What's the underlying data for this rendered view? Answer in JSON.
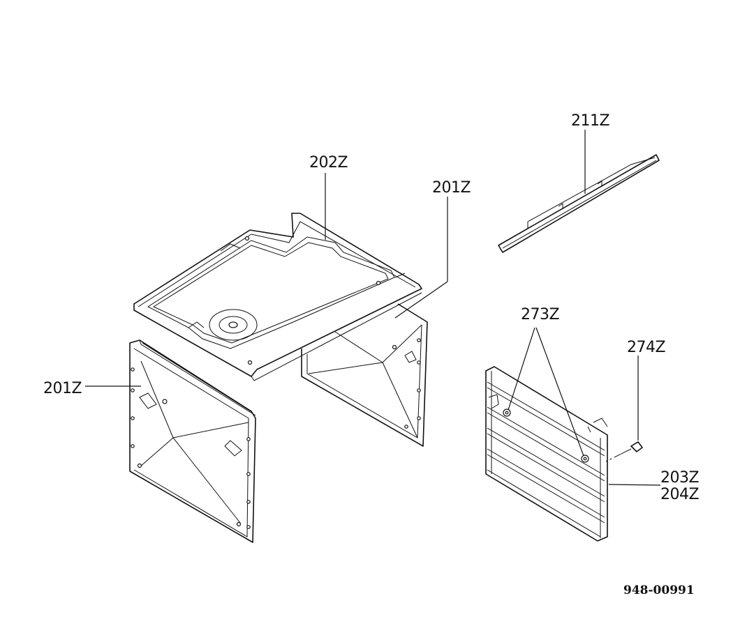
{
  "labels": {
    "top_panel": "202Z",
    "side_panel_right": "201Z",
    "side_panel_left": "201Z",
    "rail": "211Z",
    "grid_screws": "273Z",
    "screw": "274Z",
    "rack_a": "203Z",
    "rack_b": "204Z"
  },
  "drawing_number": "948-00991"
}
